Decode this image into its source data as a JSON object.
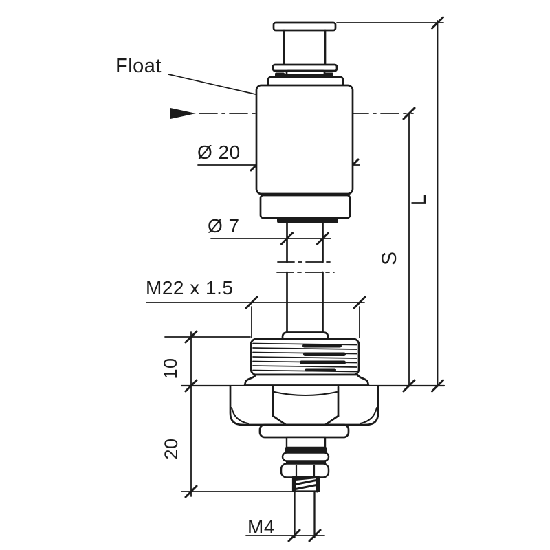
{
  "drawing": {
    "type": "technical-dimension-drawing",
    "subject": "float level switch side view",
    "labels": {
      "float": "Float",
      "dia20": "Ø 20",
      "dia7": "Ø 7",
      "bushing_thread": "M22 x 1.5",
      "bushing_height": "10",
      "lower_section_height": "20",
      "stud_thread": "M4",
      "switch_length": "S",
      "overall_length": "L"
    },
    "colors": {
      "line": "#1b1b1b",
      "background": "#ffffff"
    }
  }
}
